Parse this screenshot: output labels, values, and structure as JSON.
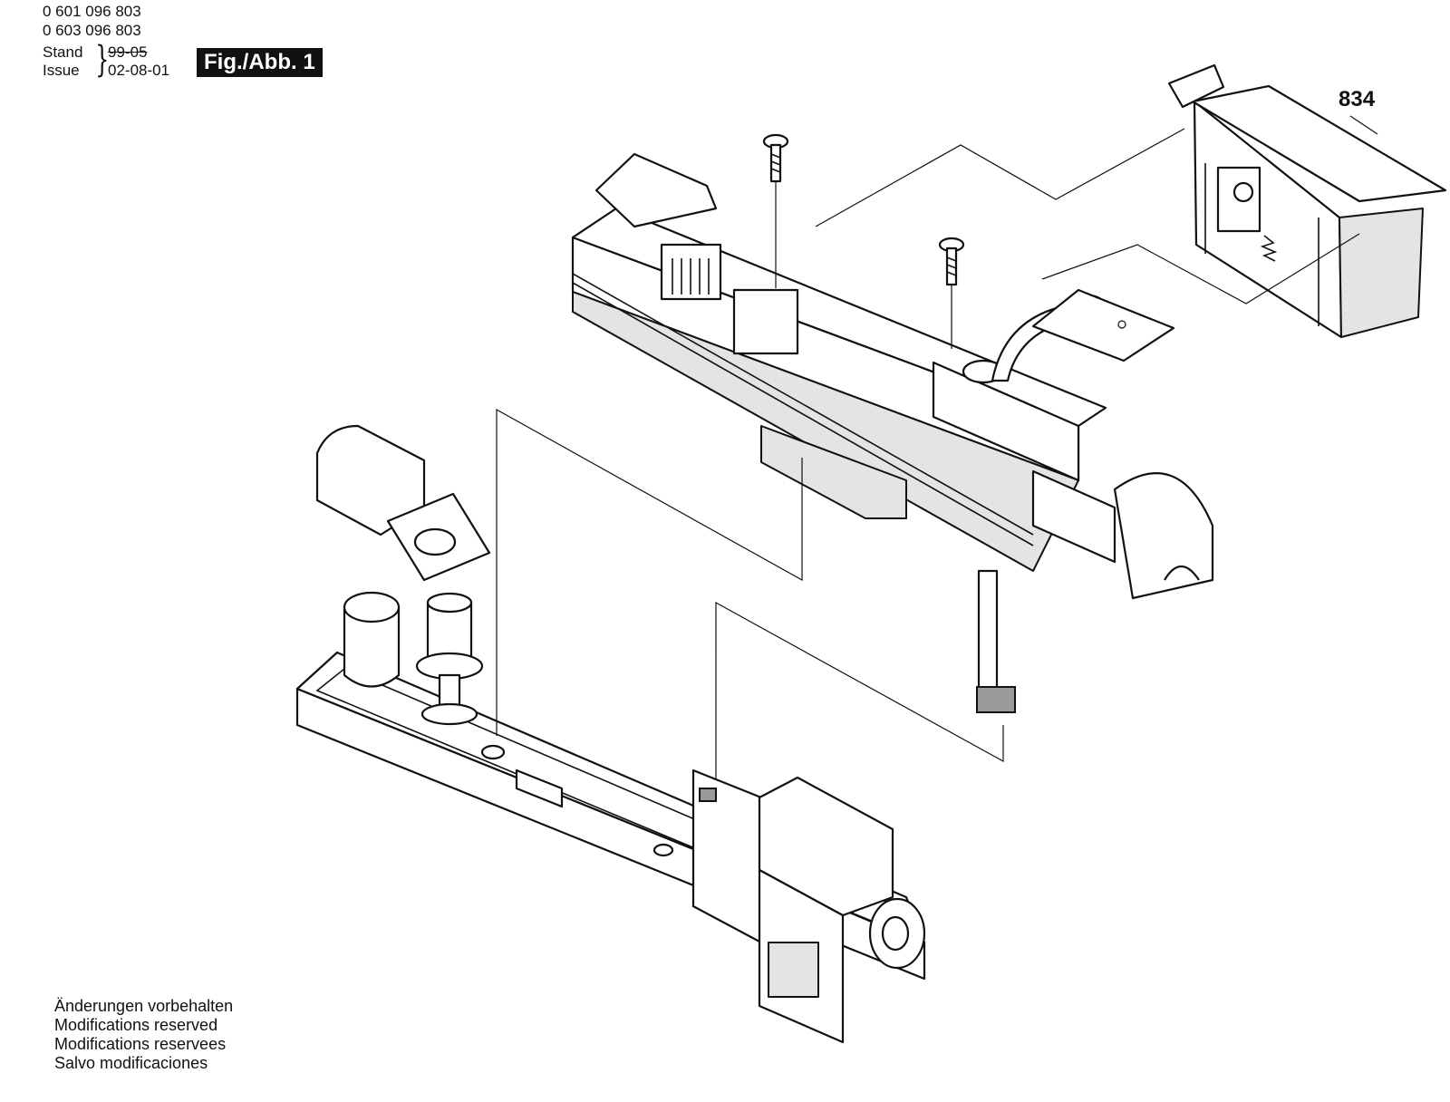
{
  "header": {
    "part_numbers": [
      "0 601 096 803",
      "0 603 096 803"
    ],
    "stand_label": "Stand",
    "issue_label": "Issue",
    "stand_value_struck": "99-05",
    "issue_value": "02-08-01"
  },
  "figure_label": "Fig./Abb. 1",
  "callouts": [
    "834"
  ],
  "footer_notes": [
    "Änderungen vorbehalten",
    "Modifications reserved",
    "Modifications reservees",
    "Salvo modificaciones"
  ]
}
